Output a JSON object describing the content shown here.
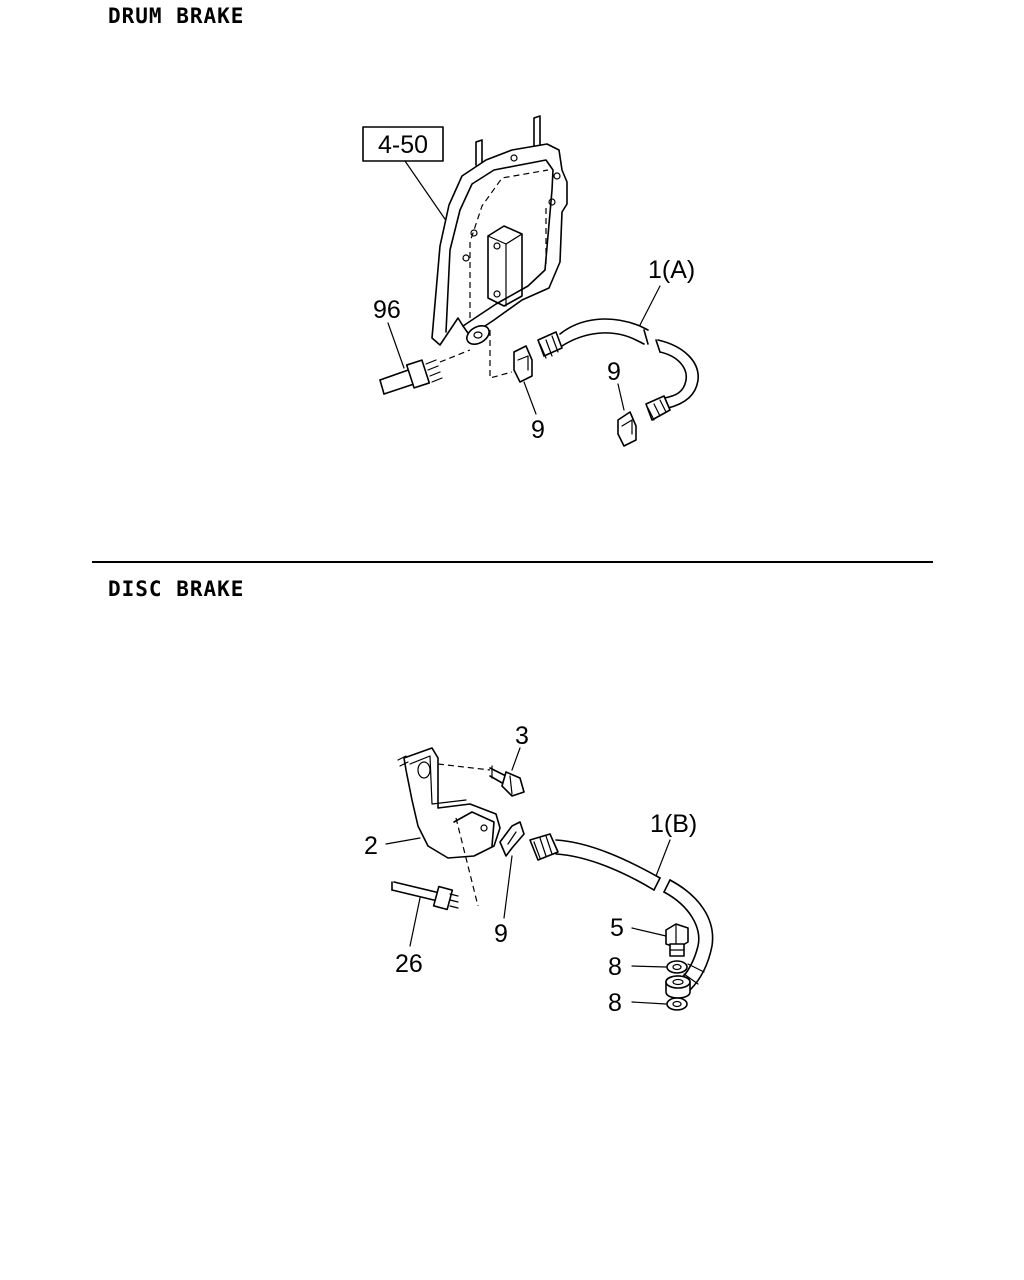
{
  "sections": {
    "drum": {
      "title": "DRUM  BRAKE",
      "labels": {
        "ref": "4-50",
        "pipe": "1(A)",
        "union": "96",
        "clip_a": "9",
        "clip_b": "9"
      }
    },
    "disc": {
      "title": "DISC  BRAKE",
      "labels": {
        "pipe": "1(B)",
        "bracket": "2",
        "bolt": "3",
        "union": "26",
        "clip": "9",
        "eye_bolt": "5",
        "washer_a": "8",
        "washer_b": "8"
      }
    }
  }
}
